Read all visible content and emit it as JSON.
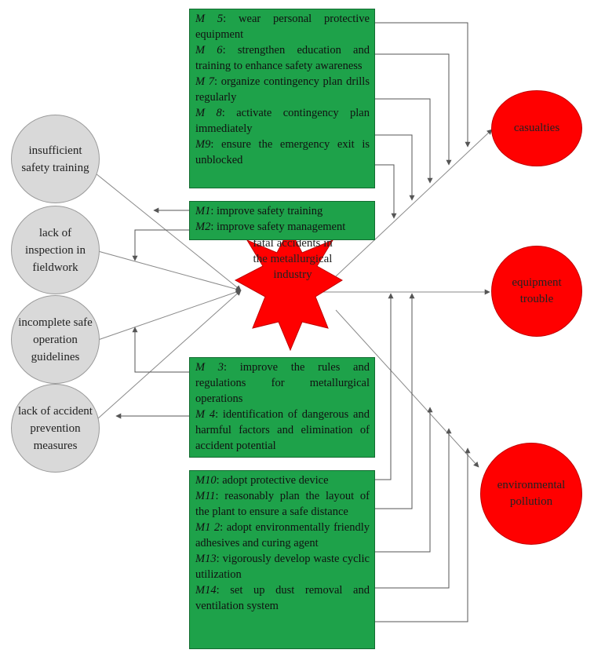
{
  "event": "fatal accidents in the metallurgical industry",
  "causes": [
    {
      "id": "c1",
      "label": "insufficient safety training"
    },
    {
      "id": "c2",
      "label": "lack of inspection in fieldwork"
    },
    {
      "id": "c3",
      "label": "incomplete safe operation guidelines"
    },
    {
      "id": "c4",
      "label": "lack of accident prevention measures"
    }
  ],
  "consequences": [
    {
      "id": "e1",
      "label": "casualties"
    },
    {
      "id": "e2",
      "label": "equipment trouble"
    },
    {
      "id": "e3",
      "label": "environmental pollution"
    }
  ],
  "measures": {
    "top": [
      {
        "id": "M 5",
        "text": ": wear personal protective equipment"
      },
      {
        "id": "M 6",
        "text": ": strengthen education and training to enhance safety awareness"
      },
      {
        "id": "M 7",
        "text": ": organize contingency plan drills regularly"
      },
      {
        "id": "M 8",
        "text": ": activate contingency plan immediately"
      },
      {
        "id": "M9",
        "text": ": ensure the emergency exit is unblocked"
      }
    ],
    "middle": [
      {
        "id": "M1",
        "text": ": improve safety training"
      },
      {
        "id": "M2",
        "text": ": improve safety management"
      }
    ],
    "lower": [
      {
        "id": "M 3",
        "text": ": improve the rules and regulations for metallurgical operations"
      },
      {
        "id": "M 4",
        "text": ": identification of dangerous and harmful factors and elimination of accident potential"
      }
    ],
    "bottom": [
      {
        "id": "M10",
        "text": ": adopt protective device"
      },
      {
        "id": "M11",
        "text": ": reasonably plan the layout of the plant to ensure a safe distance"
      },
      {
        "id": "M1 2",
        "text": ": adopt environmentally friendly adhesives and curing agent"
      },
      {
        "id": "M13",
        "text": ": vigorously develop waste cyclic utilization"
      },
      {
        "id": "M14",
        "text": ": set up dust removal and ventilation system"
      }
    ]
  }
}
